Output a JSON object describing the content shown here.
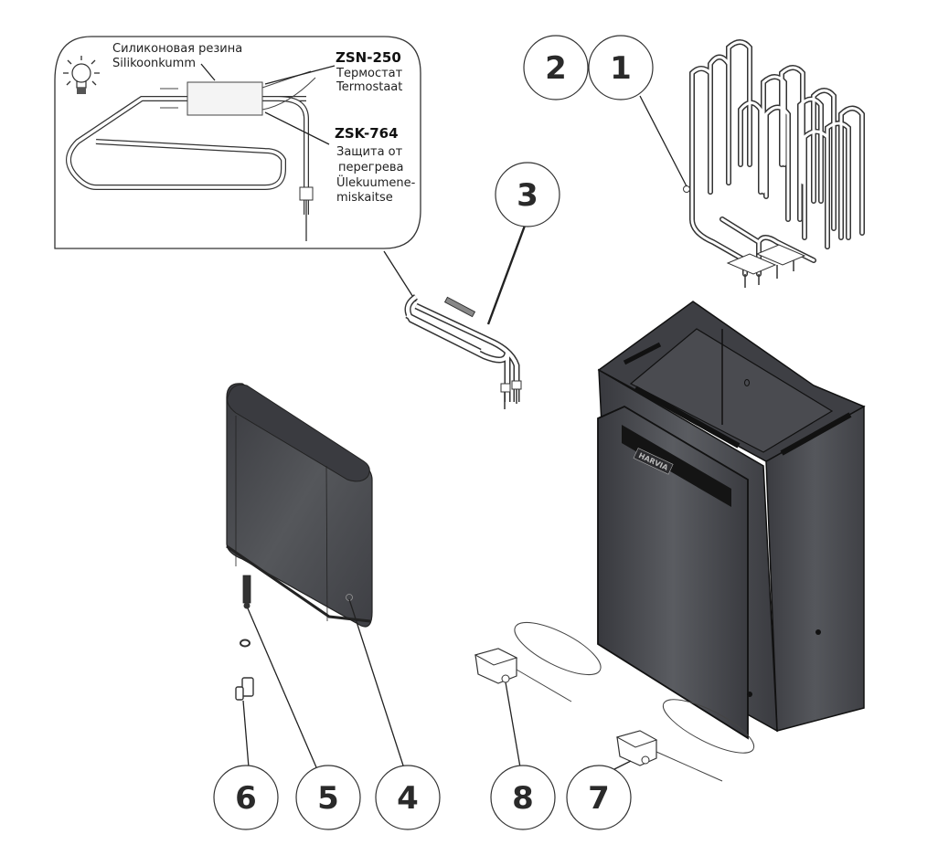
{
  "inset": {
    "icon": "lightbulb-icon",
    "label_rubber_ru": "Силиконовая резина",
    "label_rubber_et": "Silikoonkumm",
    "thermostat_code": "ZSN-250",
    "thermostat_ru": "Термостат",
    "thermostat_et": "Termostaat",
    "limiter_code": "ZSK-764",
    "limiter_ru_1": "Защита от",
    "limiter_ru_2": "перегрева",
    "limiter_et_1": "Ülekuumene-",
    "limiter_et_2": "miskaitse"
  },
  "heater_logo": "HARVIA",
  "callouts": [
    {
      "id": "1",
      "label": "1"
    },
    {
      "id": "2",
      "label": "2"
    },
    {
      "id": "3",
      "label": "3"
    },
    {
      "id": "4",
      "label": "4"
    },
    {
      "id": "5",
      "label": "5"
    },
    {
      "id": "6",
      "label": "6"
    },
    {
      "id": "7",
      "label": "7"
    },
    {
      "id": "8",
      "label": "8"
    }
  ],
  "colors": {
    "body_dark": "#3c3d42",
    "body_mid": "#55575c",
    "line": "#222222"
  }
}
